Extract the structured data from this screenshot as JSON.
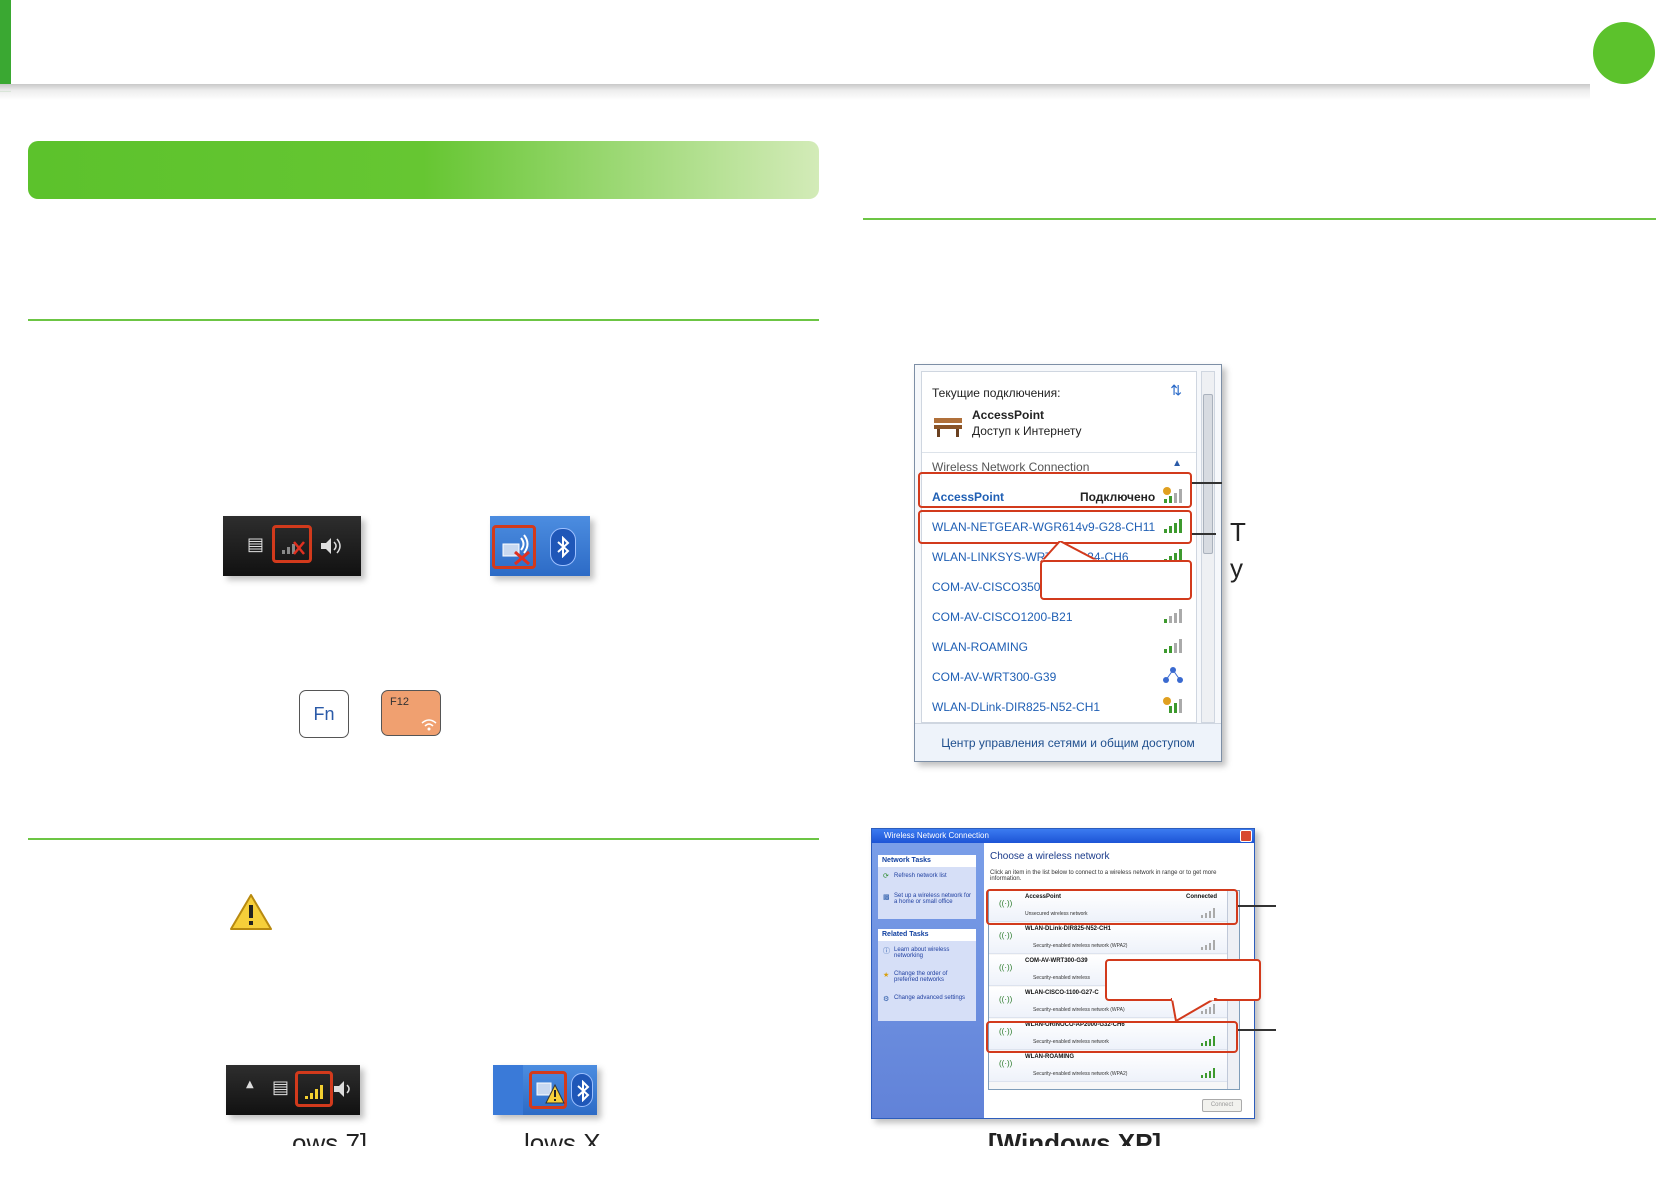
{
  "colors": {
    "accent_green": "#5cc22c",
    "rule_green": "#6cc544",
    "highlight_red": "#d23a1c",
    "key_orange": "#f0a070"
  },
  "keys": {
    "fn_label": "Fn",
    "f12_label": "F12"
  },
  "icons": {
    "warning": "warning-icon",
    "bluetooth": "bluetooth-icon",
    "wifi_signal": "wifi-signal-icon",
    "volume": "volume-icon"
  },
  "win7_popup": {
    "current_connections": "Текущие подключения:",
    "current_network": "AccessPoint",
    "current_status": "Доступ к Интернету",
    "group_label": "Wireless Network Connection",
    "connected_label": "Подключено",
    "networks": [
      "AccessPoint",
      "WLAN-NETGEAR-WGR614v9-G28-CH11",
      "WLAN-LINKSYS-WRT54G-B24-CH6",
      "COM-AV-CISCO350-B",
      "COM-AV-CISCO1200-B21",
      "WLAN-ROAMING",
      "COM-AV-WRT300-G39",
      "WLAN-DLink-DIR825-N52-CH1"
    ],
    "footer_link": "Центр управления сетями и общим доступом"
  },
  "xp_window": {
    "title": "Wireless Network Connection",
    "network_tasks": "Network Tasks",
    "refresh": "Refresh network list",
    "setup": "Set up a wireless network for a home or small office",
    "related_tasks": "Related Tasks",
    "learn": "Learn about wireless networking",
    "change_order": "Change the order of preferred networks",
    "change_advanced": "Change advanced settings",
    "heading": "Choose a wireless network",
    "description": "Click an item in the list below to connect to a wireless network in range or to get more information.",
    "connected": "Connected",
    "connect_button": "Connect",
    "networks": [
      {
        "name": "AccessPoint",
        "sub": "Unsecured wireless network"
      },
      {
        "name": "WLAN-DLink-DIR825-N52-CH1",
        "sub": "Security-enabled wireless network (WPA2)"
      },
      {
        "name": "COM-AV-WRT300-G39",
        "sub": "Security-enabled wireless"
      },
      {
        "name": "WLAN-CISCO-1100-G27-C",
        "sub": "Security-enabled wireless network (WPA)"
      },
      {
        "name": "WLAN-ORINOCO-AP2000-G32-CH6",
        "sub": "Security-enabled wireless network"
      },
      {
        "name": "WLAN-ROAMING",
        "sub": "Security-enabled wireless network (WPA2)"
      }
    ]
  },
  "captions": {
    "win7_fragment": "ows 7]",
    "winxp_fragment": "lows X",
    "xp_caption": "[Windows XP]",
    "side_t": "T",
    "side_y": "y"
  }
}
